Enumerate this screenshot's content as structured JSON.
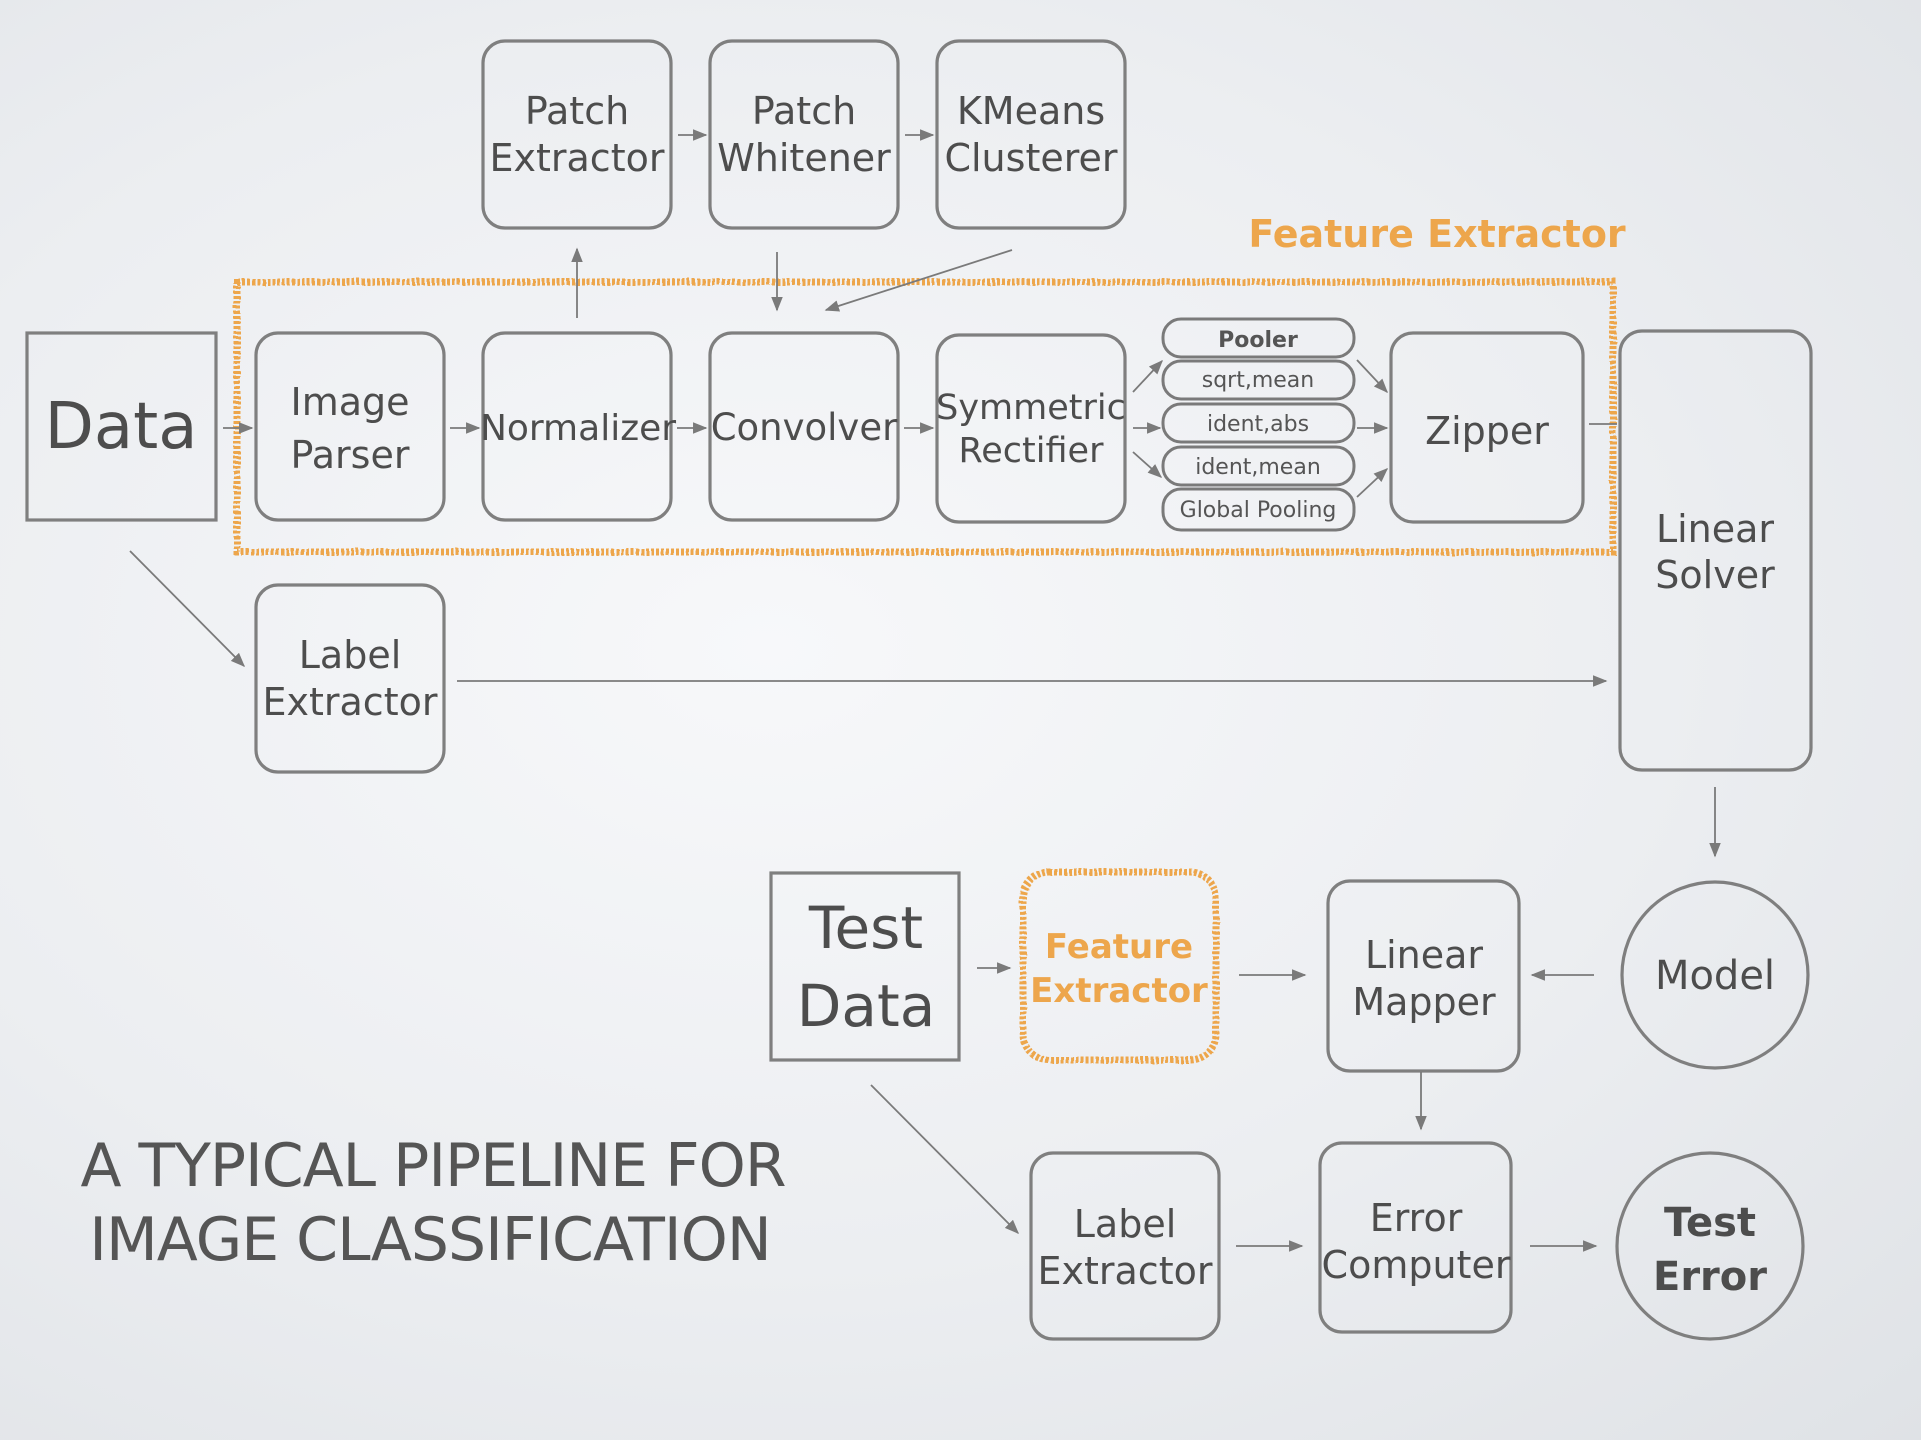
{
  "feature_extractor_label": "Feature Extractor",
  "nodes": {
    "data": "Data",
    "image_parser": [
      "Image",
      "Parser"
    ],
    "normalizer": "Normalizer",
    "convolver": "Convolver",
    "symmetric_rectifier": [
      "Symmetric",
      "Rectifier"
    ],
    "zipper": "Zipper",
    "patch_extractor": [
      "Patch",
      "Extractor"
    ],
    "patch_whitener": [
      "Patch",
      "Whitener"
    ],
    "kmeans_clusterer": [
      "KMeans",
      "Clusterer"
    ],
    "label_extractor_train": [
      "Label",
      "Extractor"
    ],
    "linear_solver": [
      "Linear",
      "Solver"
    ],
    "model": "Model",
    "test_data": [
      "Test",
      "Data"
    ],
    "feature_extractor_test": [
      "Feature",
      "Extractor"
    ],
    "linear_mapper": [
      "Linear",
      "Mapper"
    ],
    "label_extractor_test": [
      "Label",
      "Extractor"
    ],
    "error_computer": [
      "Error",
      "Computer"
    ],
    "test_error": [
      "Test",
      "Error"
    ]
  },
  "pooler": {
    "title": "Pooler",
    "items": [
      "sqrt,mean",
      "ident,abs",
      "ident,mean",
      "Global Pooling"
    ]
  },
  "title": [
    "A TYPICAL PIPELINE FOR",
    "IMAGE CLASSIFICATION"
  ],
  "colors": {
    "accent": "#eda64c",
    "stroke": "#7f7f7f",
    "text": "#4d4d4d"
  }
}
